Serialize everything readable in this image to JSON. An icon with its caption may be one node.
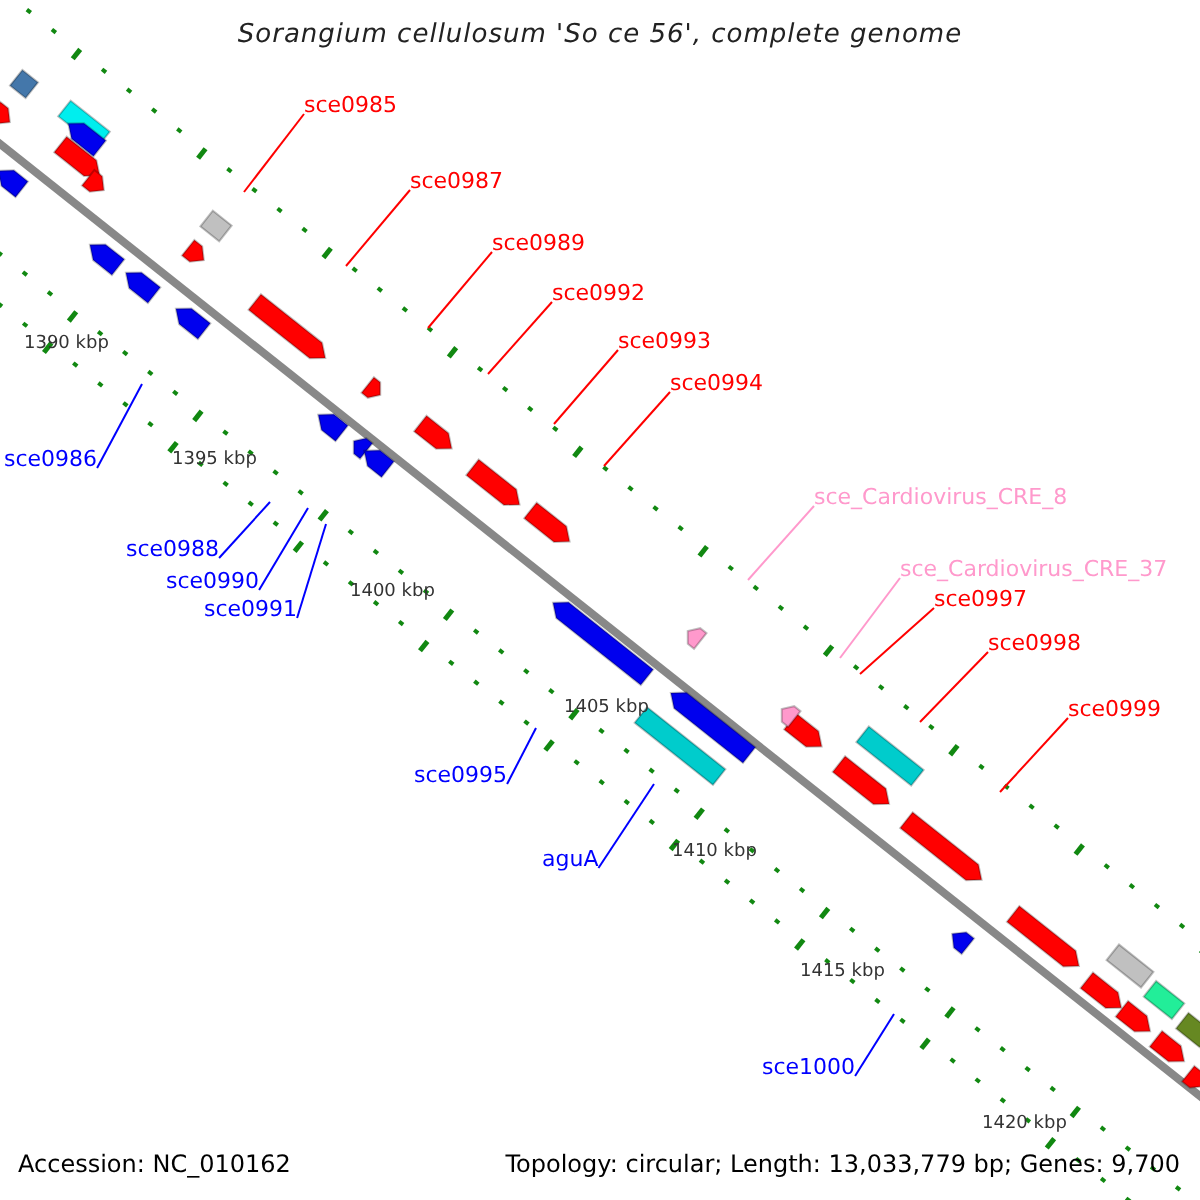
{
  "diagram": {
    "title": "Sorangium cellulosum 'So ce 56', complete genome",
    "nodes": [
      {
        "text": [
          "sce0985"
        ]
      },
      {
        "text": [
          "sce0987"
        ]
      },
      {
        "text": [
          "sce0989"
        ]
      },
      {
        "text": [
          "sce0992"
        ]
      },
      {
        "text": [
          "sce0993"
        ]
      },
      {
        "text": [
          "sce0994"
        ]
      },
      {
        "text": [
          "sce_Cardiovirus_CRE_8"
        ]
      },
      {
        "text": [
          "sce_Cardiovirus_CRE_37"
        ]
      },
      {
        "text": [
          "sce0997"
        ]
      },
      {
        "text": [
          "sce0998"
        ]
      },
      {
        "text": [
          "sce0999"
        ]
      },
      {
        "text": [
          "sce0986"
        ]
      },
      {
        "text": [
          "sce0988"
        ]
      },
      {
        "text": [
          "sce0990"
        ]
      },
      {
        "text": [
          "sce0991"
        ]
      },
      {
        "text": [
          "sce0995"
        ]
      },
      {
        "text": [
          "aguA"
        ]
      },
      {
        "text": [
          "sce1000"
        ]
      }
    ],
    "edges": [
      {
        "from": 0,
        "to": null,
        "arrow": "none"
      },
      {
        "from": 1,
        "to": null,
        "arrow": "none"
      },
      {
        "from": 2,
        "to": null,
        "arrow": "none"
      },
      {
        "from": 3,
        "to": null,
        "arrow": "none"
      },
      {
        "from": 4,
        "to": null,
        "arrow": "none"
      },
      {
        "from": 5,
        "to": null,
        "arrow": "none"
      },
      {
        "from": 6,
        "to": null,
        "arrow": "none",
        "color": "#ff99cc"
      },
      {
        "from": 7,
        "to": null,
        "arrow": "none",
        "color": "#ff99cc"
      },
      {
        "from": 8,
        "to": null,
        "arrow": "none"
      },
      {
        "from": 9,
        "to": null,
        "arrow": "none"
      },
      {
        "from": 10,
        "to": null,
        "arrow": "none"
      },
      {
        "from": 11,
        "to": null,
        "arrow": "none",
        "color": "#0000ff"
      },
      {
        "from": 12,
        "to": null,
        "arrow": "none",
        "color": "#0000ff"
      },
      {
        "from": 13,
        "to": null,
        "arrow": "none",
        "color": "#0000ff"
      },
      {
        "from": 14,
        "to": null,
        "arrow": "none",
        "color": "#0000ff"
      },
      {
        "from": 15,
        "to": null,
        "arrow": "none",
        "color": "#0000ff"
      },
      {
        "from": 16,
        "to": null,
        "arrow": "none",
        "color": "#0000ff"
      },
      {
        "from": 17,
        "to": null,
        "arrow": "none",
        "color": "#0000ff"
      }
    ],
    "labels": [
      "1390 kbp",
      "1395 kbp",
      "1400 kbp",
      "1405 kbp",
      "1410 kbp",
      "1415 kbp",
      "1420 kbp",
      "Accession: NC_010162",
      "Topology: circular; Length: 13,033,779 bp; Genes: 9,700"
    ]
  }
}
